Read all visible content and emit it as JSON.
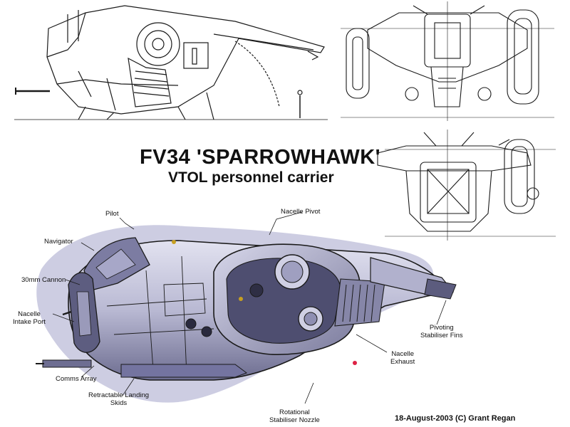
{
  "title": "FV34 'SPARROWHAWK'",
  "subtitle": "VTOL personnel carrier",
  "credit": "18-August-2003 (C) Grant Regan",
  "labels": {
    "pilot": "Pilot",
    "navigator": "Navigator",
    "cannon": "30mm Cannon",
    "nacelle_intake_1": "Nacelle",
    "nacelle_intake_2": "Intake Port",
    "comms_array": "Comms Array",
    "landing_skids_1": "Retractable Landing",
    "landing_skids_2": "Skids",
    "stabiliser_nozzle_1": "Rotational",
    "stabiliser_nozzle_2": "Stabiliser Nozzle",
    "nacelle_exhaust_1": "Nacelle",
    "nacelle_exhaust_2": "Exhaust",
    "stabiliser_fins_1": "Pivoting",
    "stabiliser_fins_2": "Stabiliser Fins",
    "nacelle_pivot": "Nacelle Pivot"
  },
  "colors": {
    "ink": "#1a1a1a",
    "hull_light": "#c9c9df",
    "hull_mid": "#8e8eb0",
    "hull_dark": "#4a4a66",
    "shadow": "#6f6f92"
  }
}
